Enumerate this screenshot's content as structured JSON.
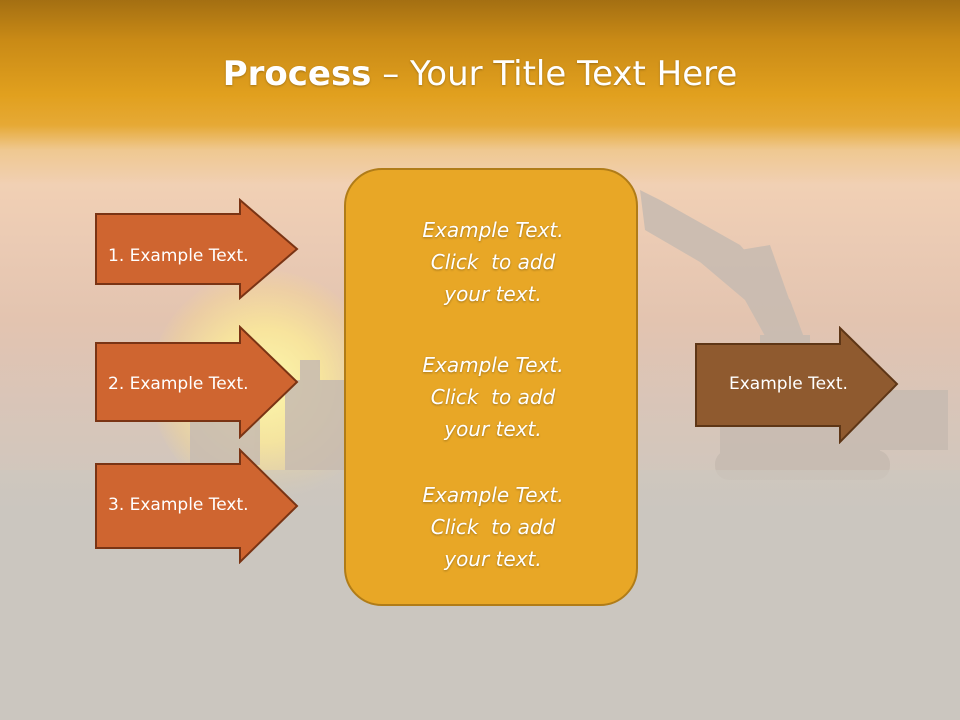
{
  "title": {
    "bold": "Process",
    "rest": " – Your Title Text Here"
  },
  "left_arrows": [
    {
      "label": "1. Example Text."
    },
    {
      "label": "2. Example Text."
    },
    {
      "label": "3. Example Text."
    }
  ],
  "center_box": {
    "paragraphs": [
      {
        "line1": "Example Text.",
        "line2": "Click  to add",
        "line3": "your text."
      },
      {
        "line1": "Example Text.",
        "line2": "Click  to add",
        "line3": "your text."
      },
      {
        "line1": "Example Text.",
        "line2": "Click  to add",
        "line3": "your text."
      }
    ]
  },
  "right_arrow": {
    "label": "Example Text."
  },
  "colors": {
    "left_arrow_fill": "#cf6530",
    "left_arrow_border": "#7a3414",
    "center_box_fill": "#e8a726",
    "right_arrow_fill": "#8f5a2f",
    "right_arrow_border": "#5e3616"
  }
}
